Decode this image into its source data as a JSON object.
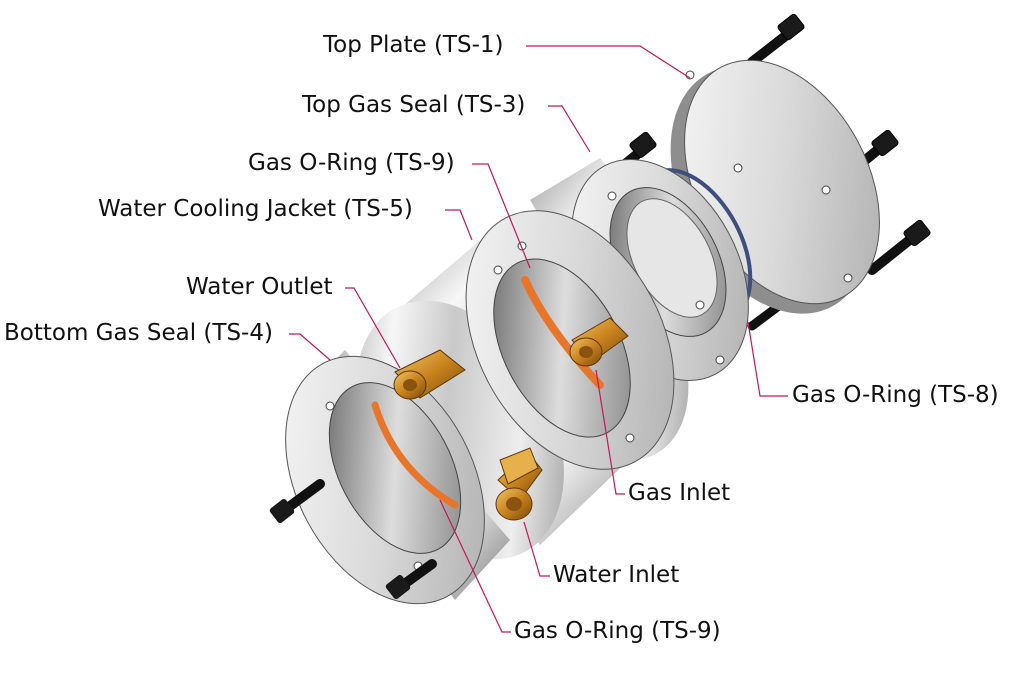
{
  "labels": {
    "top_plate": "Top Plate (TS-1)",
    "top_gas_seal": "Top Gas Seal (TS-3)",
    "gas_oring_upper": "Gas O-Ring (TS-9)",
    "water_cooling_jacket": "Water Cooling Jacket (TS-5)",
    "water_outlet": "Water Outlet",
    "bottom_gas_seal": "Bottom Gas Seal (TS-4)",
    "gas_oring_ts8": "Gas O-Ring (TS-8)",
    "gas_inlet": "Gas Inlet",
    "water_inlet": "Water Inlet",
    "gas_oring_lower": "Gas O-Ring (TS-9)"
  },
  "colors": {
    "leader": "#c2185b",
    "metal_light": "#f4f4f4",
    "metal_mid": "#bdbdbd",
    "metal_dark": "#6f6f6f",
    "brass": "#d08a22",
    "copper_oring": "#e8762a",
    "blue_oring": "#3d4f7f",
    "bolt": "#1a1a1a"
  }
}
